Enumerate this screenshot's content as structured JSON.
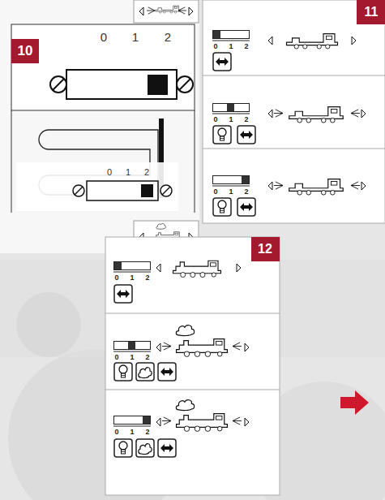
{
  "diagram": {
    "labels": [
      "10",
      "0",
      "1",
      "2",
      "0",
      "1",
      "2",
      "11",
      "0",
      "1",
      "2",
      "0",
      "1",
      "2",
      "0",
      "1",
      "2",
      "12",
      "0",
      "1",
      "2",
      "0",
      "1",
      "2",
      "0",
      "1",
      "2"
    ]
  }
}
